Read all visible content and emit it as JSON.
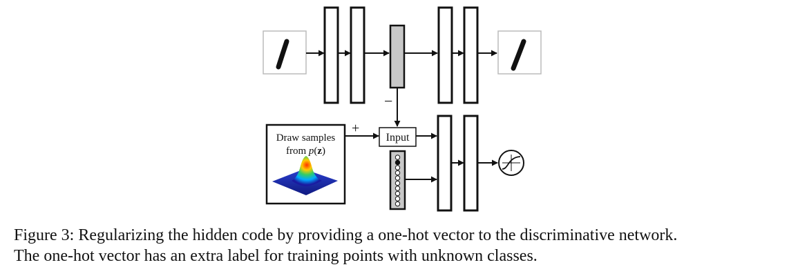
{
  "diagram": {
    "input_box_label": "Input",
    "sample_box": {
      "line1": "Draw samples",
      "line2_prefix": "from ",
      "line2_func": "p",
      "line2_open": "(",
      "line2_var": "z",
      "line2_close": ")"
    },
    "plus_sign": "+",
    "minus_sign": "−",
    "colors": {
      "code_fill": "#c8c8c8",
      "onehot_fill": "#c8c8c8",
      "line": "#111111"
    },
    "icons": {
      "input_digit": "digit-one-image",
      "output_digit": "digit-one-image",
      "distribution": "gaussian-surface-plot",
      "output_unit": "sigmoid-icon"
    }
  },
  "caption": {
    "line1": "Figure 3: Regularizing the hidden code by providing a one-hot vector to the discriminative network.",
    "line2": "The one-hot vector has an extra label for training points with unknown classes."
  }
}
